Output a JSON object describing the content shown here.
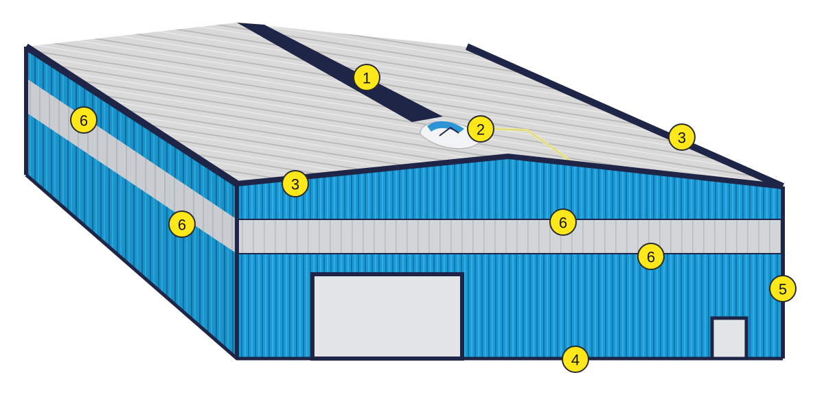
{
  "colors": {
    "wall_blue": "#1a9bd7",
    "wall_rib": "#0f6f9e",
    "roof_grey": "#d6d6d6",
    "roof_rib": "#a8a8a8",
    "trim_navy": "#1f2547",
    "band_grey": "#cfd3d6",
    "door_grey": "#e4e5e6",
    "badge_yellow": "#ffe81a"
  },
  "callouts": [
    {
      "label": "1",
      "target": "ridge-cap"
    },
    {
      "label": "2",
      "target": "roof-vent"
    },
    {
      "label": "3",
      "target": "gable-trim-front"
    },
    {
      "label": "3",
      "target": "eave-trim-side"
    },
    {
      "label": "4",
      "target": "base-trim"
    },
    {
      "label": "5",
      "target": "corner-trim"
    },
    {
      "label": "6",
      "target": "side-band-upper"
    },
    {
      "label": "6",
      "target": "side-band-lower"
    },
    {
      "label": "6",
      "target": "front-band-upper"
    },
    {
      "label": "6",
      "target": "front-band-lower"
    }
  ]
}
